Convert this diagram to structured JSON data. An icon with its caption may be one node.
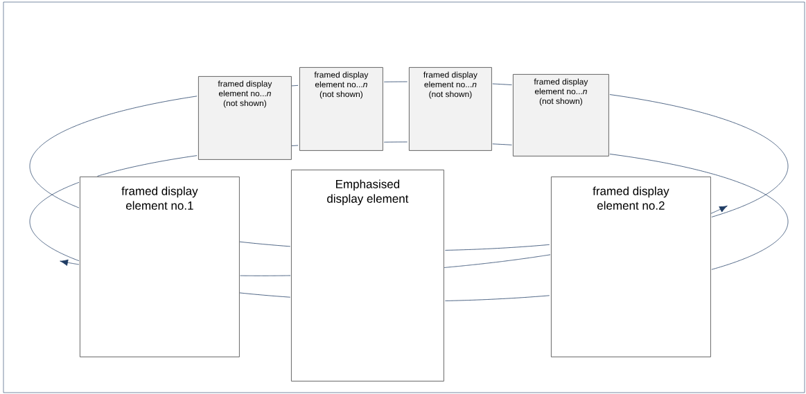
{
  "diagram": {
    "nodes": [
      {
        "text": [
          "framed display element no...*n* (not shown)"
        ]
      },
      {
        "text": [
          "framed display element no...*n* (not shown)"
        ]
      },
      {
        "text": [
          "framed display element no...*n* (not shown)"
        ]
      },
      {
        "text": [
          "framed display element no...*n* (not shown)"
        ]
      },
      {
        "text": [
          "framed display element no.1"
        ]
      },
      {
        "text": [
          "Emphasised display element"
        ]
      },
      {
        "text": [
          "framed display element no.2"
        ]
      }
    ]
  }
}
